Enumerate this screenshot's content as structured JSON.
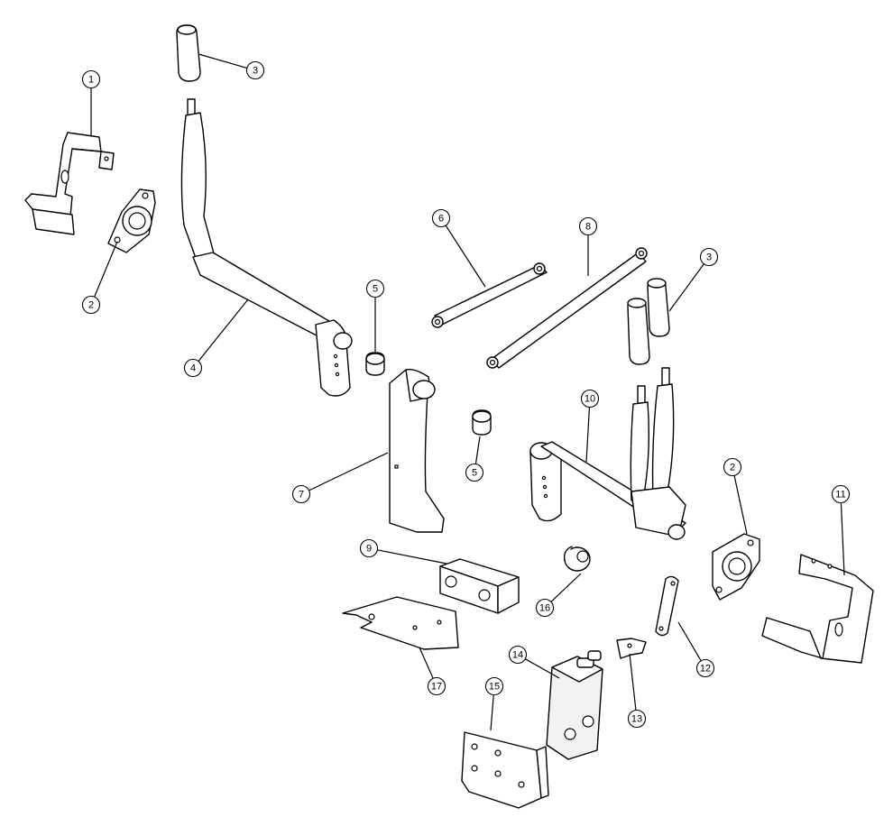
{
  "diagram": {
    "type": "exploded-parts-view",
    "callouts": [
      {
        "id": "c1",
        "label": "1"
      },
      {
        "id": "c2a",
        "label": "2"
      },
      {
        "id": "c3a",
        "label": "3"
      },
      {
        "id": "c4",
        "label": "4"
      },
      {
        "id": "c5a",
        "label": "5"
      },
      {
        "id": "c6",
        "label": "6"
      },
      {
        "id": "c8",
        "label": "8"
      },
      {
        "id": "c3b",
        "label": "3"
      },
      {
        "id": "c7",
        "label": "7"
      },
      {
        "id": "c5b",
        "label": "5"
      },
      {
        "id": "c10",
        "label": "10"
      },
      {
        "id": "c2b",
        "label": "2"
      },
      {
        "id": "c11",
        "label": "11"
      },
      {
        "id": "c9",
        "label": "9"
      },
      {
        "id": "c16",
        "label": "16"
      },
      {
        "id": "c12",
        "label": "12"
      },
      {
        "id": "c17",
        "label": "17"
      },
      {
        "id": "c14",
        "label": "14"
      },
      {
        "id": "c13",
        "label": "13"
      },
      {
        "id": "c15",
        "label": "15"
      }
    ]
  }
}
